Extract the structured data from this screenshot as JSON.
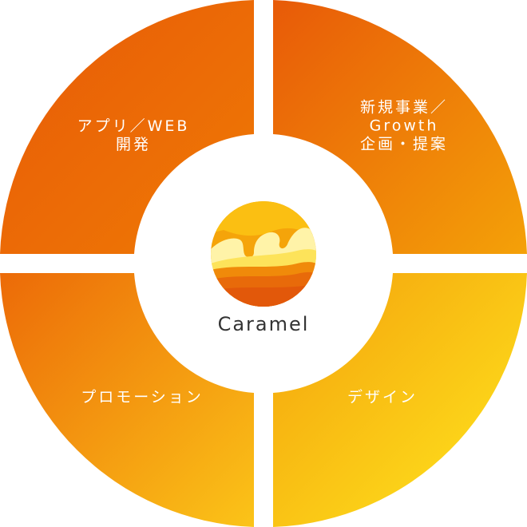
{
  "segments": {
    "app_web": {
      "lines": [
        "アプリ／WEB",
        "開発"
      ]
    },
    "new_business": {
      "lines": [
        "新規事業／",
        "Growth",
        "企画・提案"
      ]
    },
    "promotion": {
      "lines": [
        "プロモーション"
      ]
    },
    "design": {
      "lines": [
        "デザイン"
      ]
    }
  },
  "center": {
    "brand_name": "Caramel",
    "logo_icon": "caramel-logo-icon"
  },
  "colors": {
    "orange_dark": "#e8560a",
    "orange_mid": "#f08a00",
    "yellow": "#ffd21a",
    "yellow_light": "#fff4a0",
    "white": "#ffffff",
    "text_dark": "#333333"
  }
}
